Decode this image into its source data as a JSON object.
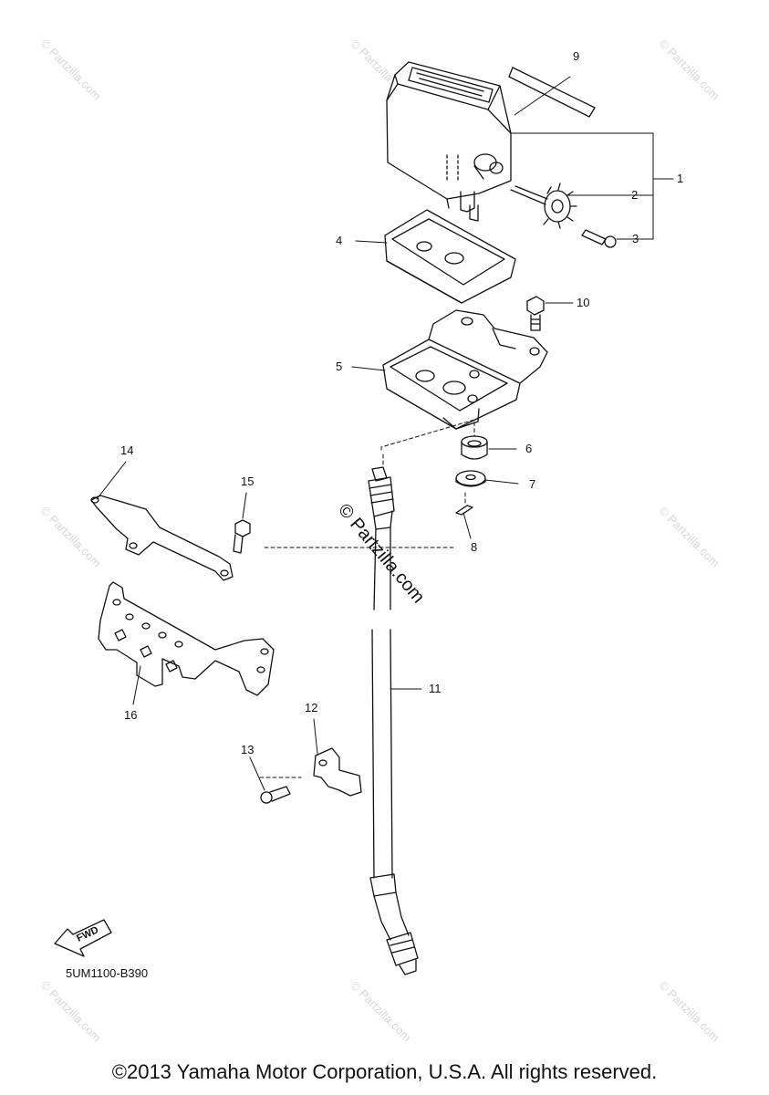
{
  "watermark": {
    "small": "© Partzilla.com",
    "large": "© Partzilla.com"
  },
  "diagram_code": "5UM1100-B390",
  "copyright": "©2013 Yamaha Motor Corporation, U.S.A. All rights reserved.",
  "fwd_label": "FWD",
  "callouts": {
    "c1": "1",
    "c2": "2",
    "c3": "3",
    "c4": "4",
    "c5": "5",
    "c6": "6",
    "c7": "7",
    "c8": "8",
    "c9": "9",
    "c10": "10",
    "c11": "11",
    "c12": "12",
    "c13": "13",
    "c14": "14",
    "c15": "15",
    "c16": "16"
  }
}
